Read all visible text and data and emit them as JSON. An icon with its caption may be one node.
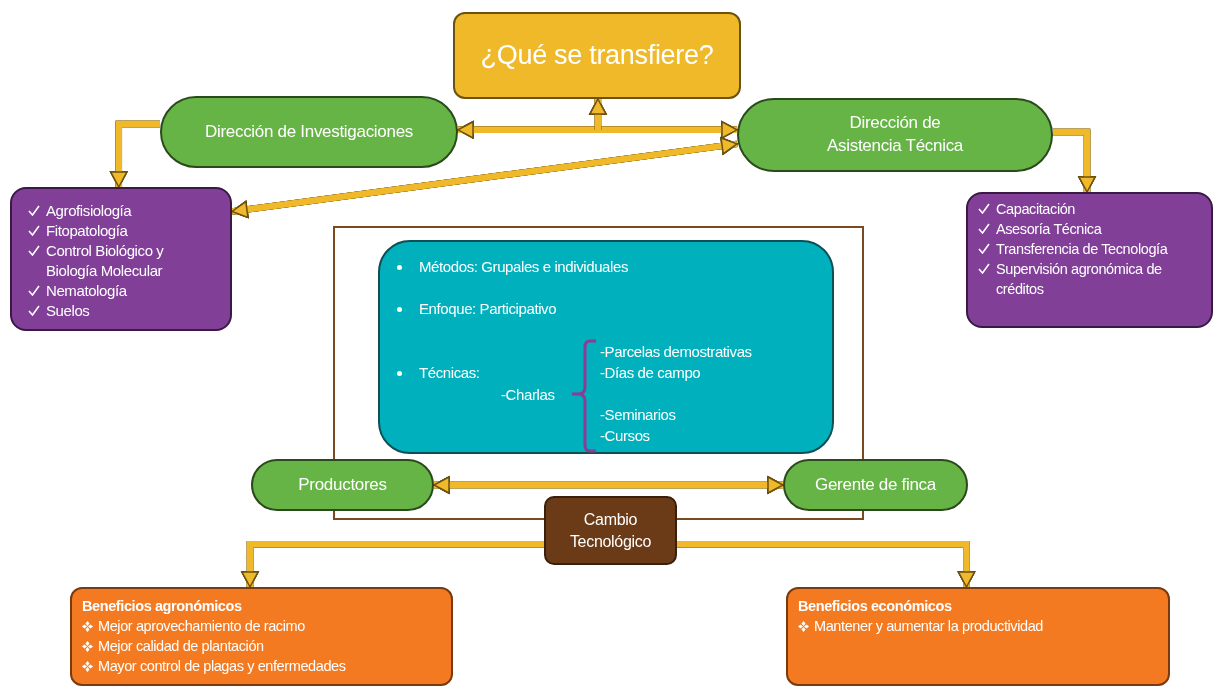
{
  "diagram": {
    "nodes": [
      {
        "text": [
          "¿Qué se transfiere?"
        ]
      },
      {
        "text": [
          "Dirección de Investigaciones"
        ]
      },
      {
        "text": [
          "Dirección de Asistencia Técnica"
        ]
      },
      {
        "text": [
          "Agrofisiología",
          "Fitopatología",
          "Control Biológico y Biología Molecular",
          "Nematología",
          "Suelos"
        ]
      },
      {
        "text": [
          "Capacitación",
          "Asesoría Técnica",
          "Transferencia de Tecnología",
          "Supervisión agronómica de créditos"
        ]
      },
      {
        "text": [],
        "shape": "box"
      },
      {
        "text": [
          "Métodos: Grupales e individuales",
          "Enfoque: Participativo",
          "Técnicas:",
          "-Charlas",
          "-Parcelas demostrativas",
          "-Días de campo",
          "-Seminarios",
          "-Cursos"
        ],
        "in": 5
      },
      {
        "text": [
          "Productores"
        ]
      },
      {
        "text": [
          "Gerente de finca"
        ]
      },
      {
        "text": [
          "Cambio Tecnológico"
        ]
      },
      {
        "text": [
          "Beneficios agronómicos",
          "Mejor aprovechamiento de racimo",
          "Mejor calidad de plantación",
          "Mayor control de plagas y enfermedades"
        ]
      },
      {
        "text": [
          "Beneficios económicos",
          "Mantener y aumentar la productividad"
        ]
      }
    ],
    "edges": [
      {
        "from": 1,
        "to": 3,
        "arrow": "to"
      },
      {
        "from": 2,
        "to": 4,
        "arrow": "to"
      },
      {
        "from": 1,
        "to": 2,
        "arrow": "both"
      },
      {
        "from": null,
        "to": 0,
        "arrow": "to"
      },
      {
        "from": 3,
        "to": 2,
        "arrow": "both"
      },
      {
        "from": 7,
        "to": 8,
        "arrow": "both"
      },
      {
        "from": 9,
        "to": 10,
        "arrow": "to"
      },
      {
        "from": 9,
        "to": 11,
        "arrow": "to"
      }
    ]
  }
}
